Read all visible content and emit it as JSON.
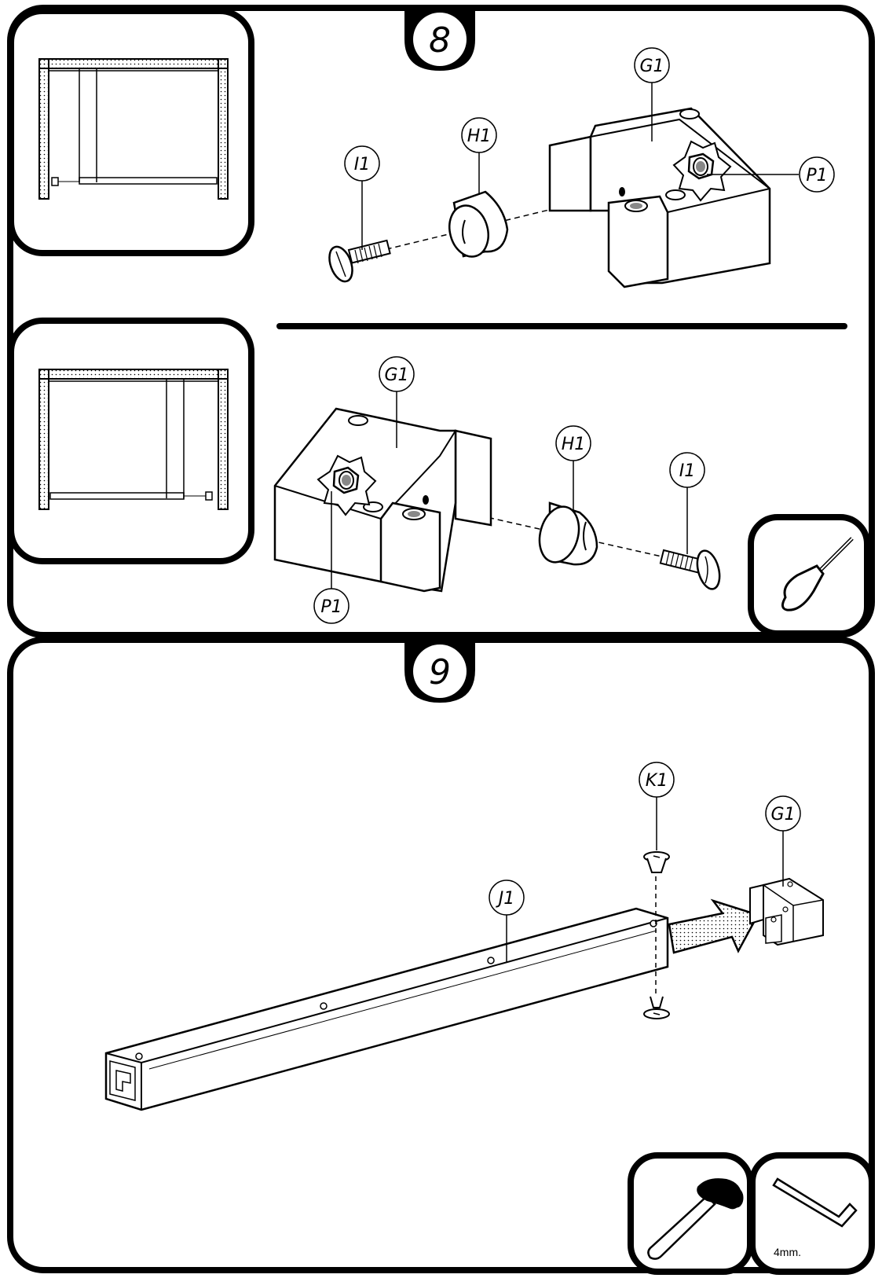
{
  "steps": [
    {
      "number": "8"
    },
    {
      "number": "9"
    }
  ],
  "parts": {
    "step8_top": {
      "g1": "G1",
      "h1": "H1",
      "i1": "I1",
      "p1": "P1"
    },
    "step8_bottom": {
      "g1": "G1",
      "h1": "H1",
      "i1": "I1",
      "p1": "P1"
    },
    "step9": {
      "k1": "K1",
      "g1": "G1",
      "j1": "J1"
    }
  },
  "tools": {
    "screwdriver": {
      "icon": "screwdriver-icon"
    },
    "mallet": {
      "icon": "mallet-icon"
    },
    "hex_key": {
      "icon": "hex-key-icon",
      "label": "4mm."
    }
  },
  "colors": {
    "line": "#000000",
    "background": "#ffffff"
  }
}
